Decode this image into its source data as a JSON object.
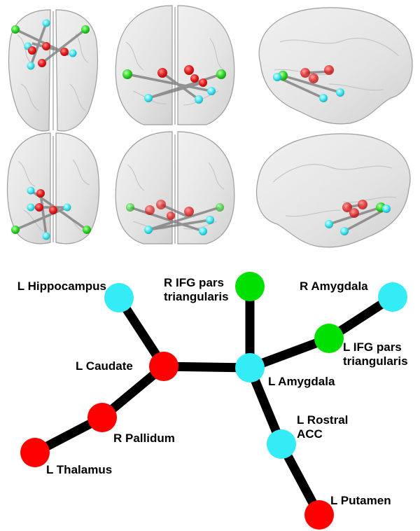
{
  "colors": {
    "background": "#ffffff",
    "edge": "#000000",
    "red": "#ff0000",
    "green": "#00e000",
    "cyan": "#33ecf6",
    "brain_fill": "#e4e4e4",
    "brain_stroke": "#9a9a9a",
    "brain_edge": "#6a6a6a"
  },
  "brain_views": [
    {
      "id": "axial-top",
      "view": "axial (superior)"
    },
    {
      "id": "coronal-front",
      "view": "coronal (anterior)"
    },
    {
      "id": "sagittal-right",
      "view": "sagittal (right)"
    },
    {
      "id": "axial-bottom",
      "view": "axial (inferior)"
    },
    {
      "id": "coronal-back",
      "view": "coronal (posterior)"
    },
    {
      "id": "sagittal-left",
      "view": "sagittal (left)"
    }
  ],
  "network": {
    "nodes": [
      {
        "id": "l-hippocampus",
        "label": [
          "L Hippocampus"
        ],
        "color": "cyan"
      },
      {
        "id": "r-ifg",
        "label": [
          "R IFG pars",
          "triangularis"
        ],
        "color": "green"
      },
      {
        "id": "r-amygdala",
        "label": [
          "R Amygdala"
        ],
        "color": "cyan"
      },
      {
        "id": "l-ifg",
        "label": [
          "L IFG pars",
          "triangularis"
        ],
        "color": "green"
      },
      {
        "id": "l-caudate",
        "label": [
          "L Caudate"
        ],
        "color": "red"
      },
      {
        "id": "l-amygdala",
        "label": [
          "L Amygdala"
        ],
        "color": "cyan"
      },
      {
        "id": "r-pallidum",
        "label": [
          "R Pallidum"
        ],
        "color": "red"
      },
      {
        "id": "l-rostral-acc",
        "label": [
          "L Rostral",
          "ACC"
        ],
        "color": "cyan"
      },
      {
        "id": "l-thalamus",
        "label": [
          "L Thalamus"
        ],
        "color": "red"
      },
      {
        "id": "l-putamen",
        "label": [
          "L Putamen"
        ],
        "color": "red"
      }
    ],
    "edges": [
      [
        "l-hippocampus",
        "l-caudate"
      ],
      [
        "l-caudate",
        "l-amygdala"
      ],
      [
        "l-caudate",
        "r-pallidum"
      ],
      [
        "r-pallidum",
        "l-thalamus"
      ],
      [
        "r-ifg",
        "l-amygdala"
      ],
      [
        "l-amygdala",
        "l-ifg"
      ],
      [
        "l-ifg",
        "r-amygdala"
      ],
      [
        "l-amygdala",
        "l-rostral-acc"
      ],
      [
        "l-rostral-acc",
        "l-putamen"
      ]
    ]
  }
}
